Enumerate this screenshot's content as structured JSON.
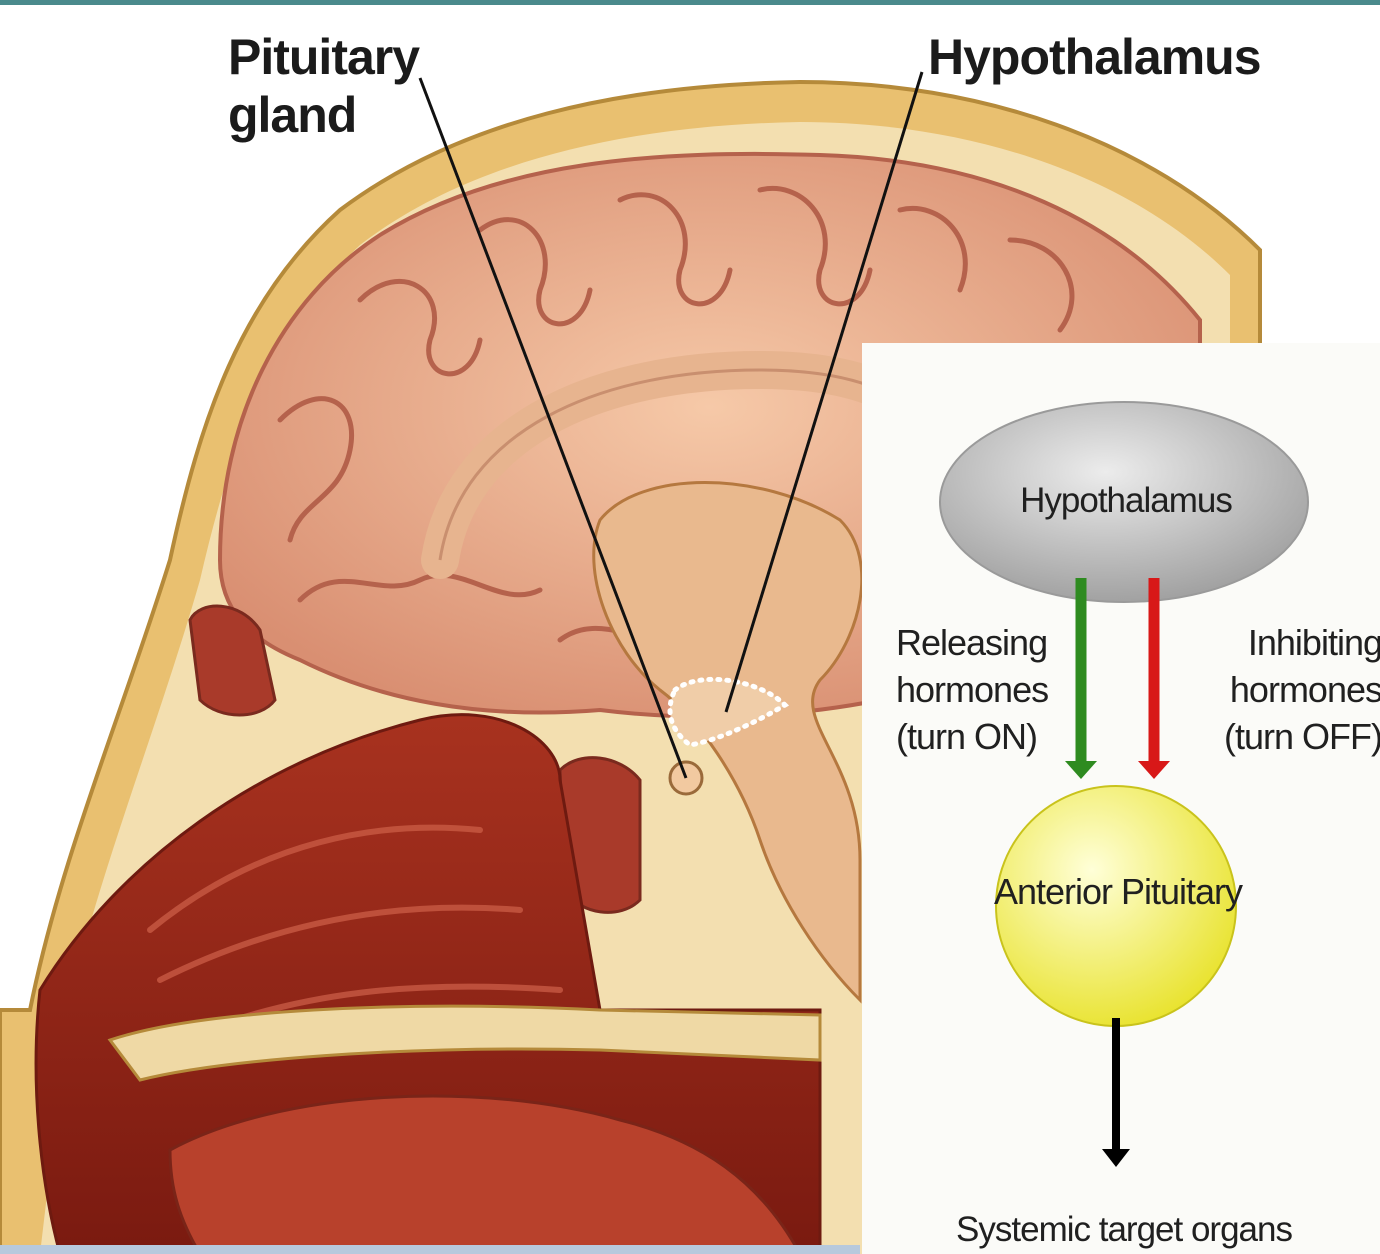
{
  "anatomy_labels": {
    "pituitary_gland": "Pituitary gland",
    "hypothalamus": "Hypothalamus"
  },
  "flow_diagram": {
    "top_node": "Hypothalamus",
    "releasing_label": "Releasing hormones (turn ON)",
    "inhibiting_label": "Inhibiting hormones (turn OFF)",
    "middle_node": "Anterior Pituitary",
    "output_label": "Systemic target organs",
    "colors": {
      "releasing_arrow": "#2e8b20",
      "inhibiting_arrow": "#d81818",
      "output_arrow": "#000000",
      "hypothalamus_node": "#b8b8b8",
      "pituitary_node": "#f2ef3c"
    }
  }
}
